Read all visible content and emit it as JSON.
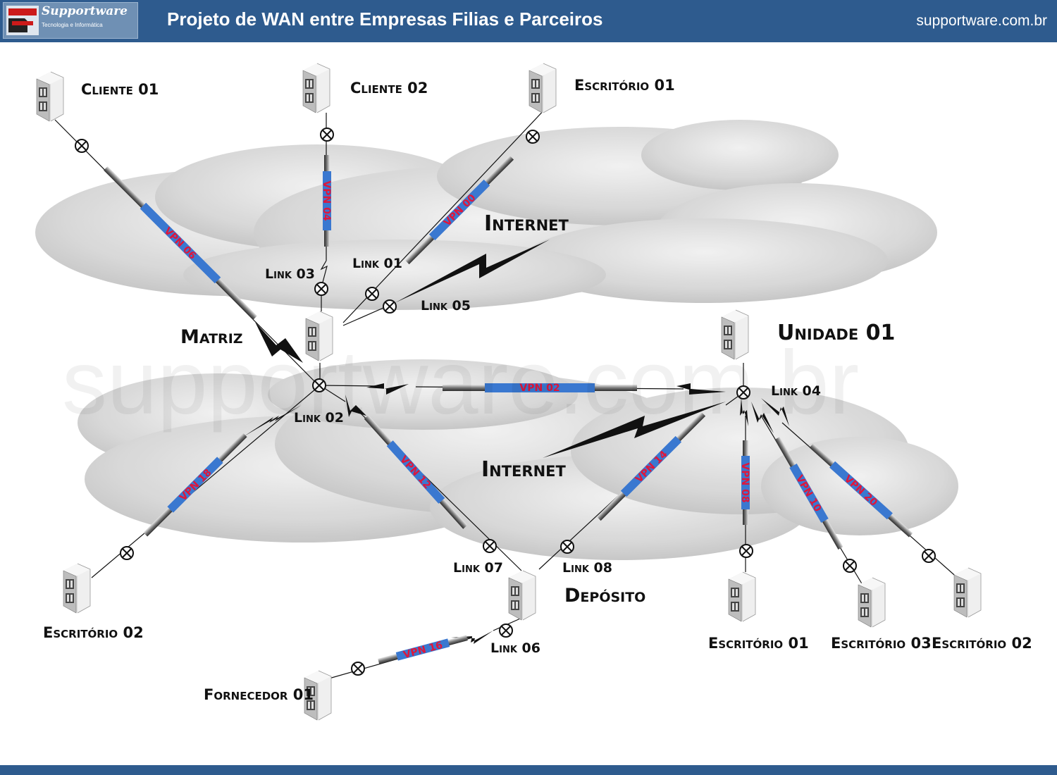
{
  "header": {
    "logo_name": "Supportware",
    "logo_tagline": "Tecnologia e Informática",
    "title": "Projeto de WAN entre Empresas Filias e Parceiros",
    "site": "supportware.com.br"
  },
  "watermark": "supportware.com.br",
  "clouds": {
    "top_label": "Internet",
    "bottom_label": "Internet"
  },
  "nodes": {
    "cliente01": "Cliente 01",
    "cliente02": "Cliente 02",
    "escritorio01_top": "Escritório 01",
    "matriz": "Matriz",
    "unidade01": "Unidade 01",
    "escritorio02_left": "Escritório 02",
    "deposito": "Depósito",
    "fornecedor01": "Fornecedor 01",
    "escritorio01_right": "Escritório 01",
    "escritorio03_right": "Escritório 03",
    "escritorio02_right": "Escritório 02"
  },
  "links": {
    "link01": "Link 01",
    "link02": "Link 02",
    "link03": "Link 03",
    "link04": "Link 04",
    "link05": "Link 05",
    "link06": "Link 06",
    "link07": "Link 07",
    "link08": "Link 08"
  },
  "vpns": {
    "vpn02": "VPN 02",
    "vpn04": "VPN 04",
    "vpn06": "VPN 06",
    "vpn08": "VPN 08",
    "vpn10": "VPN 10",
    "vpn12": "VPN 12",
    "vpn14": "VPN 14",
    "vpn16": "VPN 16",
    "vpn18": "VPN 18",
    "vpn20": "VPN 20",
    "vpn00": "VPN 00"
  },
  "colors": {
    "header": "#2e5b8e",
    "vpn_band": "#3a78d0",
    "vpn_text": "#e0163a"
  }
}
